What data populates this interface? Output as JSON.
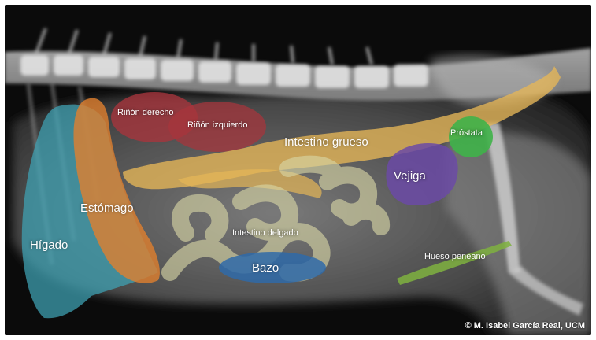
{
  "image": {
    "subject": "Lateral abdominal radiograph of a dog with colored organ overlays",
    "background_color": "#0b0b0b"
  },
  "labels": {
    "rinon_derecho": "Riñón derecho",
    "rinon_izquierdo": "Riñón izquierdo",
    "intestino_grueso": "Intestino grueso",
    "prostata": "Próstata",
    "vejiga": "Vejiga",
    "estomago": "Estómago",
    "higado": "Hígado",
    "intestino_delgado": "Intestino delgado",
    "bazo": "Bazo",
    "hueso_peneano": "Hueso peneano"
  },
  "credit": "© M. Isabel García Real, UCM",
  "organ_colors": {
    "higado": "#3fa3b6",
    "estomago": "#e07f2e",
    "rinon": "#a8343c",
    "intestino_grueso": "#e6b657",
    "intestino_delgado": "#d9d7a6",
    "bazo": "#2f6aa8",
    "vejiga": "#6b4aa6",
    "prostata": "#3fb249",
    "hueso_peneano": "#7fb23f"
  }
}
